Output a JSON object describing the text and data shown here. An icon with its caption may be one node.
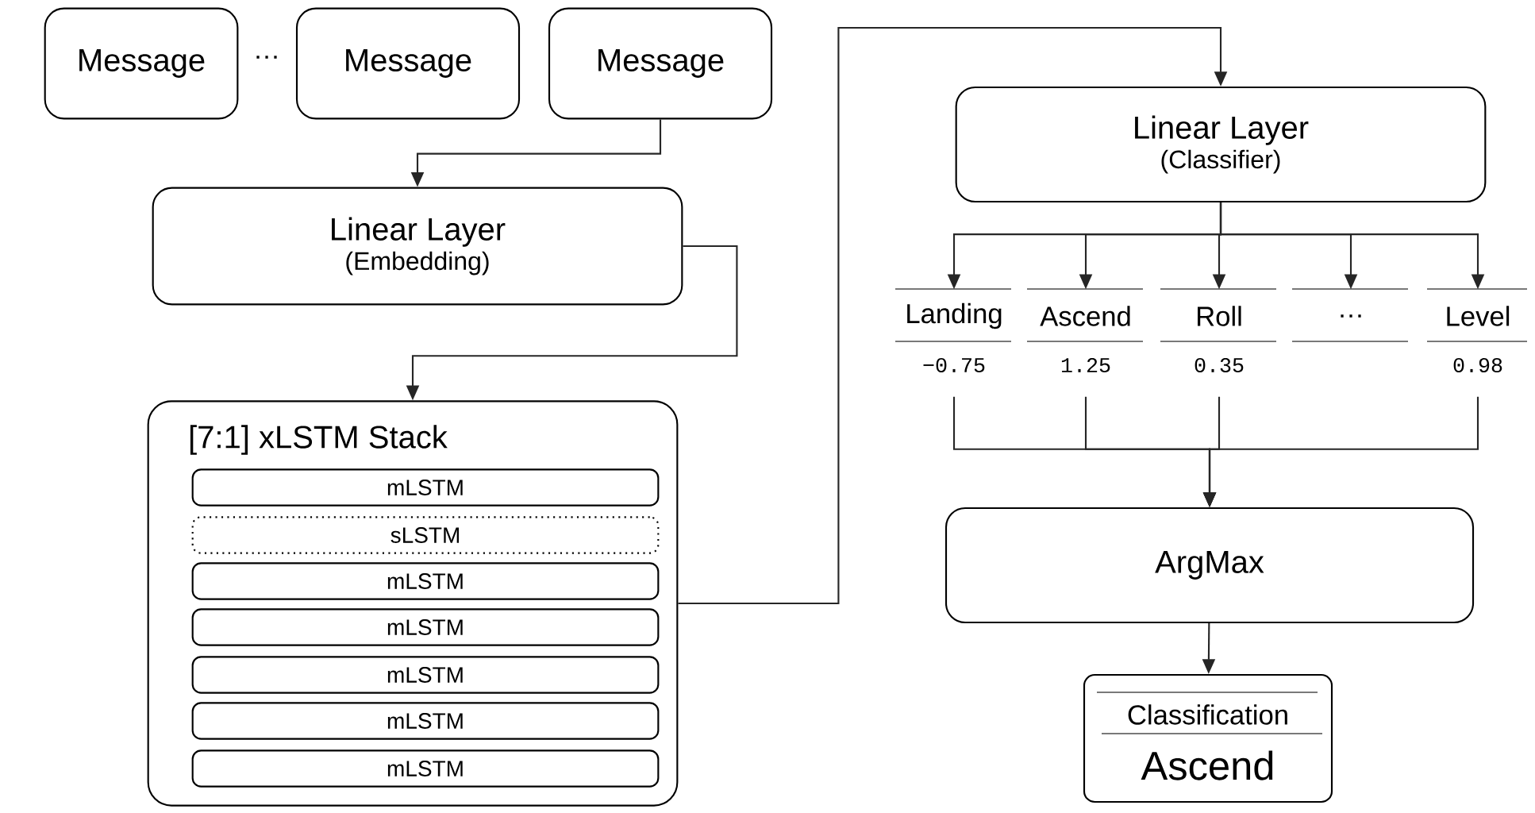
{
  "diagram": {
    "nodes": [
      {
        "text": [
          "Message"
        ]
      },
      {
        "text": [
          "Message"
        ]
      },
      {
        "text": [
          "Message"
        ]
      },
      {
        "text": [
          "Linear Layer",
          "(Embedding)"
        ]
      },
      {
        "text": [
          "[7:1] xLSTM Stack"
        ]
      },
      {
        "text": [
          "mLSTM"
        ],
        "in": 4
      },
      {
        "text": [
          "sLSTM"
        ],
        "in": 4
      },
      {
        "text": [
          "mLSTM"
        ],
        "in": 4
      },
      {
        "text": [
          "mLSTM"
        ],
        "in": 4
      },
      {
        "text": [
          "mLSTM"
        ],
        "in": 4
      },
      {
        "text": [
          "mLSTM"
        ],
        "in": 4
      },
      {
        "text": [
          "mLSTM"
        ],
        "in": 4
      },
      {
        "text": [
          "Linear Layer",
          "(Classifier)"
        ]
      },
      {
        "text": [
          "Landing",
          "−0.75"
        ]
      },
      {
        "text": [
          "Ascend",
          "1.25"
        ]
      },
      {
        "text": [
          "Roll",
          "0.35"
        ]
      },
      {
        "text": [
          "…"
        ]
      },
      {
        "text": [
          "Level",
          "0.98"
        ]
      },
      {
        "text": [
          "ArgMax"
        ]
      },
      {
        "text": [
          "Classification",
          "Ascend"
        ]
      }
    ],
    "edges": [
      {
        "from": 2,
        "to": 3,
        "arrow": "to"
      },
      {
        "from": 3,
        "to": 4,
        "arrow": "to"
      },
      {
        "from": 4,
        "to": 12,
        "arrow": "to"
      },
      {
        "from": 12,
        "to": 13,
        "arrow": "to"
      },
      {
        "from": 12,
        "to": 14,
        "arrow": "to"
      },
      {
        "from": 12,
        "to": 15,
        "arrow": "to"
      },
      {
        "from": 12,
        "to": 16,
        "arrow": "to"
      },
      {
        "from": 12,
        "to": 17,
        "arrow": "to"
      },
      {
        "from": 13,
        "to": 18,
        "arrow": "to"
      },
      {
        "from": 14,
        "to": 18,
        "arrow": "to"
      },
      {
        "from": 15,
        "to": 18,
        "arrow": "to"
      },
      {
        "from": 17,
        "to": 18,
        "arrow": "to"
      },
      {
        "from": 18,
        "to": 19,
        "arrow": "to"
      }
    ],
    "labels": [
      "…"
    ]
  }
}
